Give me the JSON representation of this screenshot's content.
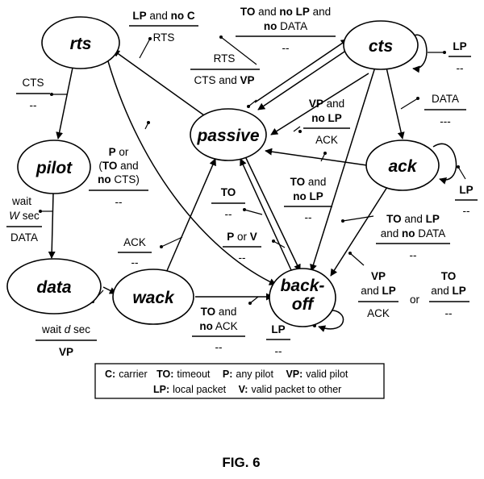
{
  "states": {
    "rts": "rts",
    "cts": "cts",
    "passive": "passive",
    "pilot": "pilot",
    "ack": "ack",
    "data": "data",
    "wack": "wack",
    "backoff_1": "back-",
    "backoff_2": "off"
  },
  "transitions": {
    "passive_to_rts": {
      "line1_bold1": "LP",
      "line1_mid": " and ",
      "line1_bold2": "no C",
      "line2": "RTS"
    },
    "passive_to_cts": {
      "line1_bold1": "TO",
      "line1_mid": " and ",
      "line1_bold2": "no LP",
      "line1_tail": " and",
      "line2_bold": "no",
      "line2_tail": " DATA",
      "line3": "--"
    },
    "cts_to_passive": {
      "line1": "RTS",
      "line2_a": "CTS and ",
      "line2_bold": "VP"
    },
    "rts_to_pilot": {
      "line1": "CTS",
      "line2": "--"
    },
    "rts_to_backoff": {
      "l1_bold": "P",
      "l1_tail": " or",
      "l2_a": "(",
      "l2_bold1": "TO",
      "l2_b": " and",
      "l3_bold": "no",
      "l3_tail": " CTS)",
      "l4": "--"
    },
    "pilot_to_data": {
      "line1": "wait",
      "line2_it": "W",
      "line2_tail": " sec",
      "line3": "DATA"
    },
    "data_to_wack": {
      "line1_a": "wait ",
      "line1_it": "d",
      "line1_tail": " sec",
      "line2": "VP"
    },
    "wack_to_passive": {
      "line1": "ACK",
      "line2": "--"
    },
    "wack_to_backoff": {
      "line1_bold": "TO",
      "line1_tail": " and",
      "line2_bold": "no",
      "line2_tail": " ACK",
      "line3": "--"
    },
    "backoff_to_passive": {
      "line1": "TO",
      "line2": "--"
    },
    "passive_to_backoff": {
      "l1_bold1": "P",
      "l1_mid": " or ",
      "l1_bold2": "V",
      "l2": "--"
    },
    "cts_self": {
      "line1": "LP",
      "line2": "--"
    },
    "cts_to_ack": {
      "line1": "DATA",
      "line2": "---"
    },
    "ack_to_passive_top": {
      "l1_bold": "VP",
      "l1_tail": " and",
      "l2": "no LP",
      "l3": "ACK"
    },
    "ack_to_passive_bottom": {
      "l1_bold": "TO",
      "l1_tail": " and",
      "l2": "no LP",
      "l3": "--"
    },
    "ack_self": {
      "line1": "LP",
      "line2": "--"
    },
    "cts_to_backoff": {
      "l1_bold1": "TO",
      "l1_mid": " and ",
      "l1_bold2": "LP",
      "l2_a": "and ",
      "l2_bold": "no",
      "l2_tail": " DATA",
      "l3": "--"
    },
    "ack_to_backoff": {
      "left_l1": "VP",
      "left_l2_a": "and ",
      "left_l2_bold": "LP",
      "left_l3": "ACK",
      "or": "or",
      "right_l1": "TO",
      "right_l2_a": "and ",
      "right_l2_bold": "LP",
      "right_l3": "--"
    },
    "backoff_self": {
      "line1": "LP",
      "line2": "--"
    }
  },
  "legend": {
    "row1": [
      {
        "key": "C:",
        "desc": "carrier"
      },
      {
        "key": "TO:",
        "desc": "timeout"
      },
      {
        "key": "P:",
        "desc": "any pilot"
      },
      {
        "key": "VP:",
        "desc": "valid pilot"
      }
    ],
    "row2": [
      {
        "key": "LP:",
        "desc": "local packet"
      },
      {
        "key": "V:",
        "desc": "valid packet to other"
      }
    ]
  },
  "figure_label": "FIG. 6"
}
